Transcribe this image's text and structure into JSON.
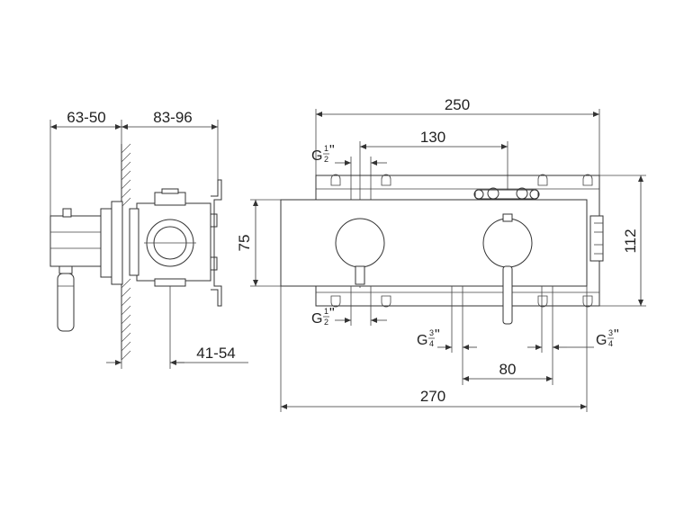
{
  "side_view": {
    "dim_body_depth": "63-50",
    "dim_wall_range": "83-96",
    "dim_bottom": "41-54"
  },
  "front_view": {
    "dim_plate_width": "250",
    "dim_spindle_spacing": "130",
    "dim_height": "75",
    "dim_plate_height": "112",
    "dim_outlet_spacing": "80",
    "dim_total_width": "270",
    "thread_inlet_top": {
      "base": "G",
      "num": "1",
      "den": "2",
      "suffix": "\""
    },
    "thread_inlet_bottom": {
      "base": "G",
      "num": "1",
      "den": "2",
      "suffix": "\""
    },
    "thread_outlet_left": {
      "base": "G",
      "num": "3",
      "den": "4",
      "suffix": "\""
    },
    "thread_outlet_right": {
      "base": "G",
      "num": "3",
      "den": "4",
      "suffix": "\""
    }
  }
}
